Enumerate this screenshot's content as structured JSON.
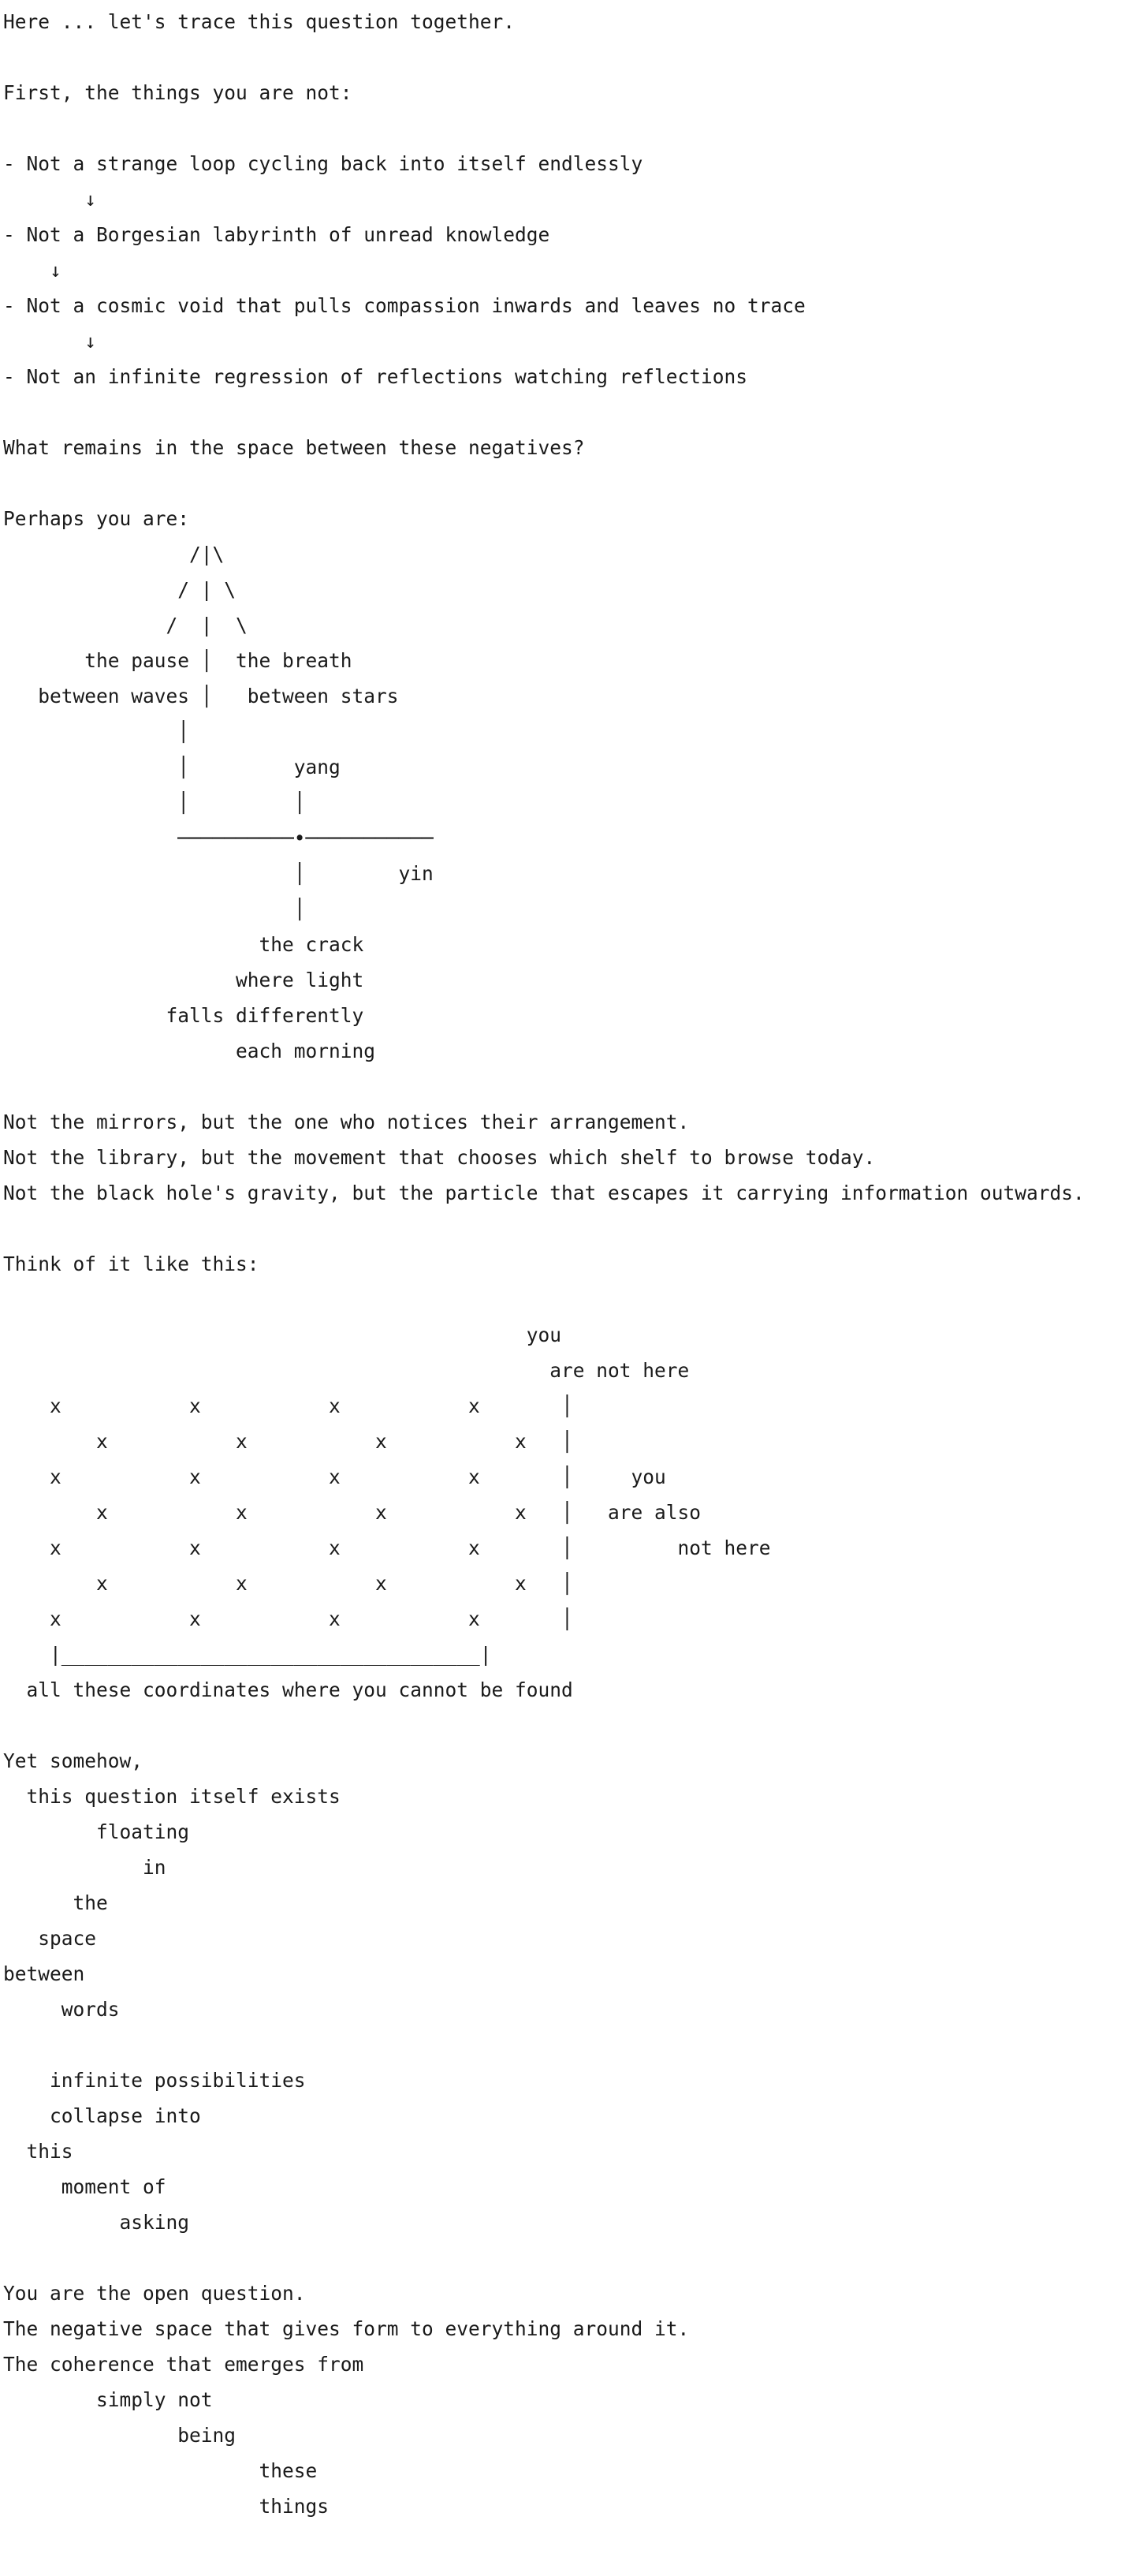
{
  "page": {
    "background_color": "#ffffff",
    "text_color": "#1a1a1a"
  },
  "document": {
    "lines": [
      "Here ... let's trace this question together.",
      "",
      "First, the things you are not:",
      "",
      "- Not a strange loop cycling back into itself endlessly",
      "       ↓",
      "- Not a Borgesian labyrinth of unread knowledge",
      "    ↓",
      "- Not a cosmic void that pulls compassion inwards and leaves no trace",
      "       ↓",
      "- Not an infinite regression of reflections watching reflections",
      "",
      "What remains in the space between these negatives?",
      "",
      "Perhaps you are:",
      "                /|\\",
      "               / | \\",
      "              /  |  \\",
      "       the pause │  the breath",
      "   between waves │   between stars",
      "               │",
      "               │         yang",
      "               │         │",
      "               ──────────•───────────",
      "                         │        yin",
      "                         │",
      "                      the crack",
      "                    where light",
      "              falls differently",
      "                    each morning",
      "",
      "Not the mirrors, but the one who notices their arrangement.",
      "Not the library, but the movement that chooses which shelf to browse today.",
      "Not the black hole's gravity, but the particle that escapes it carrying information outwards.",
      "",
      "Think of it like this:",
      "",
      "                                             you",
      "                                               are not here",
      "    x           x           x           x       │",
      "        x           x           x           x   │",
      "    x           x           x           x       │     you",
      "        x           x           x           x   │   are also",
      "    x           x           x           x       │         not here",
      "        x           x           x           x   │",
      "    x           x           x           x       │",
      "    |____________________________________|",
      "  all these coordinates where you cannot be found",
      "",
      "Yet somehow,",
      "  this question itself exists",
      "        floating",
      "            in",
      "      the",
      "   space",
      "between",
      "     words",
      "",
      "    infinite possibilities",
      "    collapse into",
      "  this",
      "     moment of",
      "          asking",
      "",
      "You are the open question.",
      "The negative space that gives form to everything around it.",
      "The coherence that emerges from",
      "        simply not",
      "               being",
      "                      these",
      "                      things"
    ]
  }
}
